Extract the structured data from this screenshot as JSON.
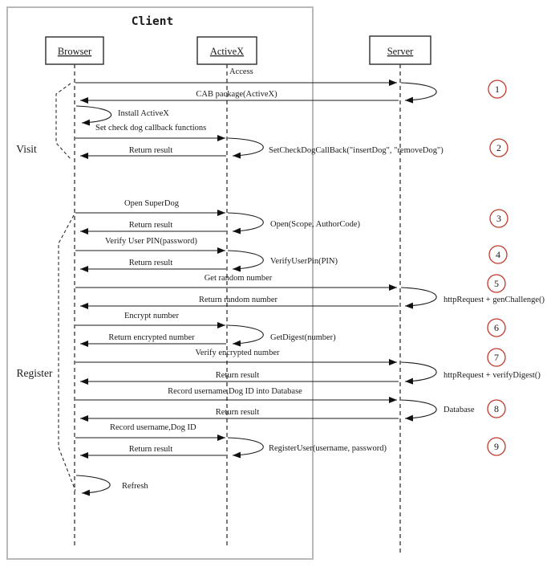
{
  "diagram": {
    "type": "uml-sequence-diagram",
    "title": "Client",
    "actors": [
      {
        "label": "Browser"
      },
      {
        "label": "ActiveX"
      },
      {
        "label": "Server"
      }
    ],
    "phases": [
      {
        "label": "Visit"
      },
      {
        "label": "Register"
      }
    ],
    "step_markers": [
      {
        "num": "1"
      },
      {
        "num": "2"
      },
      {
        "num": "3"
      },
      {
        "num": "4"
      },
      {
        "num": "5"
      },
      {
        "num": "6"
      },
      {
        "num": "7"
      },
      {
        "num": "8"
      },
      {
        "num": "9"
      }
    ],
    "colors": {
      "step_circle": "#c0392b",
      "line": "#1a1a1a",
      "frame": "#b9b9b9"
    },
    "messages": [
      {
        "label": "Access",
        "from": "Browser",
        "to": "Server",
        "kind": "request"
      },
      {
        "label": "CAB package(ActiveX)",
        "from": "Server",
        "to": "Browser",
        "kind": "return"
      },
      {
        "label": "Install ActiveX",
        "from": "Browser",
        "to": "Browser",
        "kind": "self"
      },
      {
        "label": "Set check dog callback functions",
        "from": "Browser",
        "to": "ActiveX",
        "kind": "request"
      },
      {
        "label": "SetCheckDogCallBack(\"insertDog\", \"removeDog\")",
        "from": "ActiveX",
        "to": "ActiveX",
        "kind": "processing"
      },
      {
        "label": "Return result",
        "from": "ActiveX",
        "to": "Browser",
        "kind": "return"
      },
      {
        "label": "Open SuperDog",
        "from": "Browser",
        "to": "ActiveX",
        "kind": "request"
      },
      {
        "label": "Open(Scope, AuthorCode)",
        "from": "ActiveX",
        "to": "ActiveX",
        "kind": "processing"
      },
      {
        "label": "Return result",
        "from": "ActiveX",
        "to": "Browser",
        "kind": "return"
      },
      {
        "label": "Verify User PIN(password)",
        "from": "Browser",
        "to": "ActiveX",
        "kind": "request"
      },
      {
        "label": "VerifyUserPin(PIN)",
        "from": "ActiveX",
        "to": "ActiveX",
        "kind": "processing"
      },
      {
        "label": "Return result",
        "from": "ActiveX",
        "to": "Browser",
        "kind": "return"
      },
      {
        "label": "Get random number",
        "from": "Browser",
        "to": "Server",
        "kind": "request"
      },
      {
        "label": "httpRequest + genChallenge()",
        "from": "Server",
        "to": "Server",
        "kind": "processing"
      },
      {
        "label": "Return random number",
        "from": "Server",
        "to": "Browser",
        "kind": "return"
      },
      {
        "label": "Encrypt number",
        "from": "Browser",
        "to": "ActiveX",
        "kind": "request"
      },
      {
        "label": "GetDigest(number)",
        "from": "ActiveX",
        "to": "ActiveX",
        "kind": "processing"
      },
      {
        "label": "Return encrypted number",
        "from": "ActiveX",
        "to": "Browser",
        "kind": "return"
      },
      {
        "label": "Verify encrypted number",
        "from": "Browser",
        "to": "Server",
        "kind": "request"
      },
      {
        "label": "httpRequest + verifyDigest()",
        "from": "Server",
        "to": "Server",
        "kind": "processing"
      },
      {
        "label": "Return result",
        "from": "Server",
        "to": "Browser",
        "kind": "return"
      },
      {
        "label": "Record username,Dog ID into Database",
        "from": "Browser",
        "to": "Server",
        "kind": "request"
      },
      {
        "label": "Database",
        "from": "Server",
        "to": "Server",
        "kind": "processing"
      },
      {
        "label": "Return result",
        "from": "Server",
        "to": "Browser",
        "kind": "return"
      },
      {
        "label": "Record username,Dog ID",
        "from": "Browser",
        "to": "ActiveX",
        "kind": "request"
      },
      {
        "label": "RegisterUser(username, password)",
        "from": "ActiveX",
        "to": "ActiveX",
        "kind": "processing"
      },
      {
        "label": "Return result",
        "from": "ActiveX",
        "to": "Browser",
        "kind": "return"
      },
      {
        "label": "Refresh",
        "from": "Browser",
        "to": "Browser",
        "kind": "self"
      }
    ]
  }
}
